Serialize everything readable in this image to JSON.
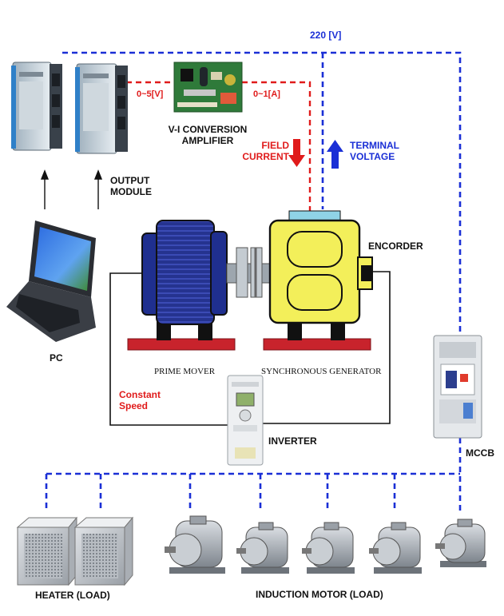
{
  "labels": {
    "supply": "220 [V]",
    "voltage_out": "0~5[V]",
    "current_out": "0~1[A]",
    "amplifier": [
      "V-I CONVERSION",
      "AMPLIFIER"
    ],
    "field_current": [
      "FIELD",
      "CURRENT"
    ],
    "terminal_voltage": [
      "TERMINAL",
      "VOLTAGE"
    ],
    "output_module": [
      "OUTPUT",
      "MODULE"
    ],
    "encoder": "ENCORDER",
    "pc": "PC",
    "prime_mover": "PRIME MOVER",
    "synchronous_generator": "SYNCHRONOUS GENERATOR",
    "constant_speed": [
      "Constant",
      "Speed"
    ],
    "inverter": "INVERTER",
    "mccb": "MCCB",
    "heater_load": "HEATER (LOAD)",
    "induction_motor_load": "INDUCTION MOTOR (LOAD)"
  },
  "colors": {
    "bus_blue": "#1a2fd6",
    "signal_red": "#e01b1b",
    "motor_blue": "#1f2f8f",
    "generator_yellow": "#f3ef5a",
    "base_red": "#c8232c",
    "wire_black": "#111111"
  },
  "icons": [
    "ni-module-icon",
    "circuit-board-icon",
    "laptop-icon",
    "prime-mover-icon",
    "coupling-icon",
    "generator-icon",
    "inverter-icon",
    "breaker-icon",
    "heater-icon",
    "induction-motor-icon"
  ]
}
